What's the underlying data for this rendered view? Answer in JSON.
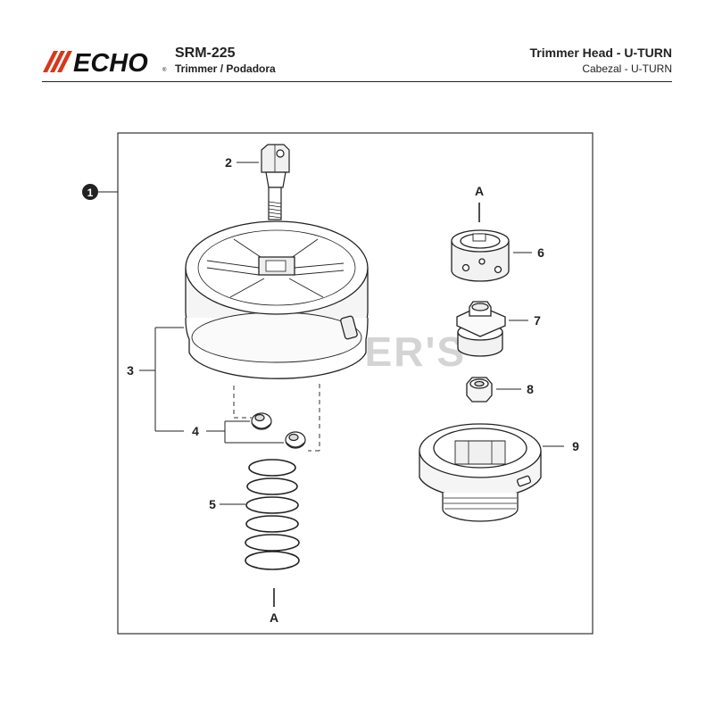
{
  "brand": {
    "logo_text": "ECHO"
  },
  "header": {
    "model": "SRM-225",
    "subtitle": "Trimmer / Podadora",
    "section_title": "Trimmer Head - U-TURN",
    "section_subtitle": "Cabezal -  U-TURN"
  },
  "watermark": "CUTTER'S",
  "diagram": {
    "assembly_callout": "1",
    "parts": [
      {
        "id": "2",
        "label": "2"
      },
      {
        "id": "3",
        "label": "3"
      },
      {
        "id": "4",
        "label": "4"
      },
      {
        "id": "5",
        "label": "5"
      },
      {
        "id": "6",
        "label": "6"
      },
      {
        "id": "7",
        "label": "7"
      },
      {
        "id": "8",
        "label": "8"
      },
      {
        "id": "9",
        "label": "9"
      }
    ],
    "connector_top": "A",
    "connector_bottom": "A"
  }
}
